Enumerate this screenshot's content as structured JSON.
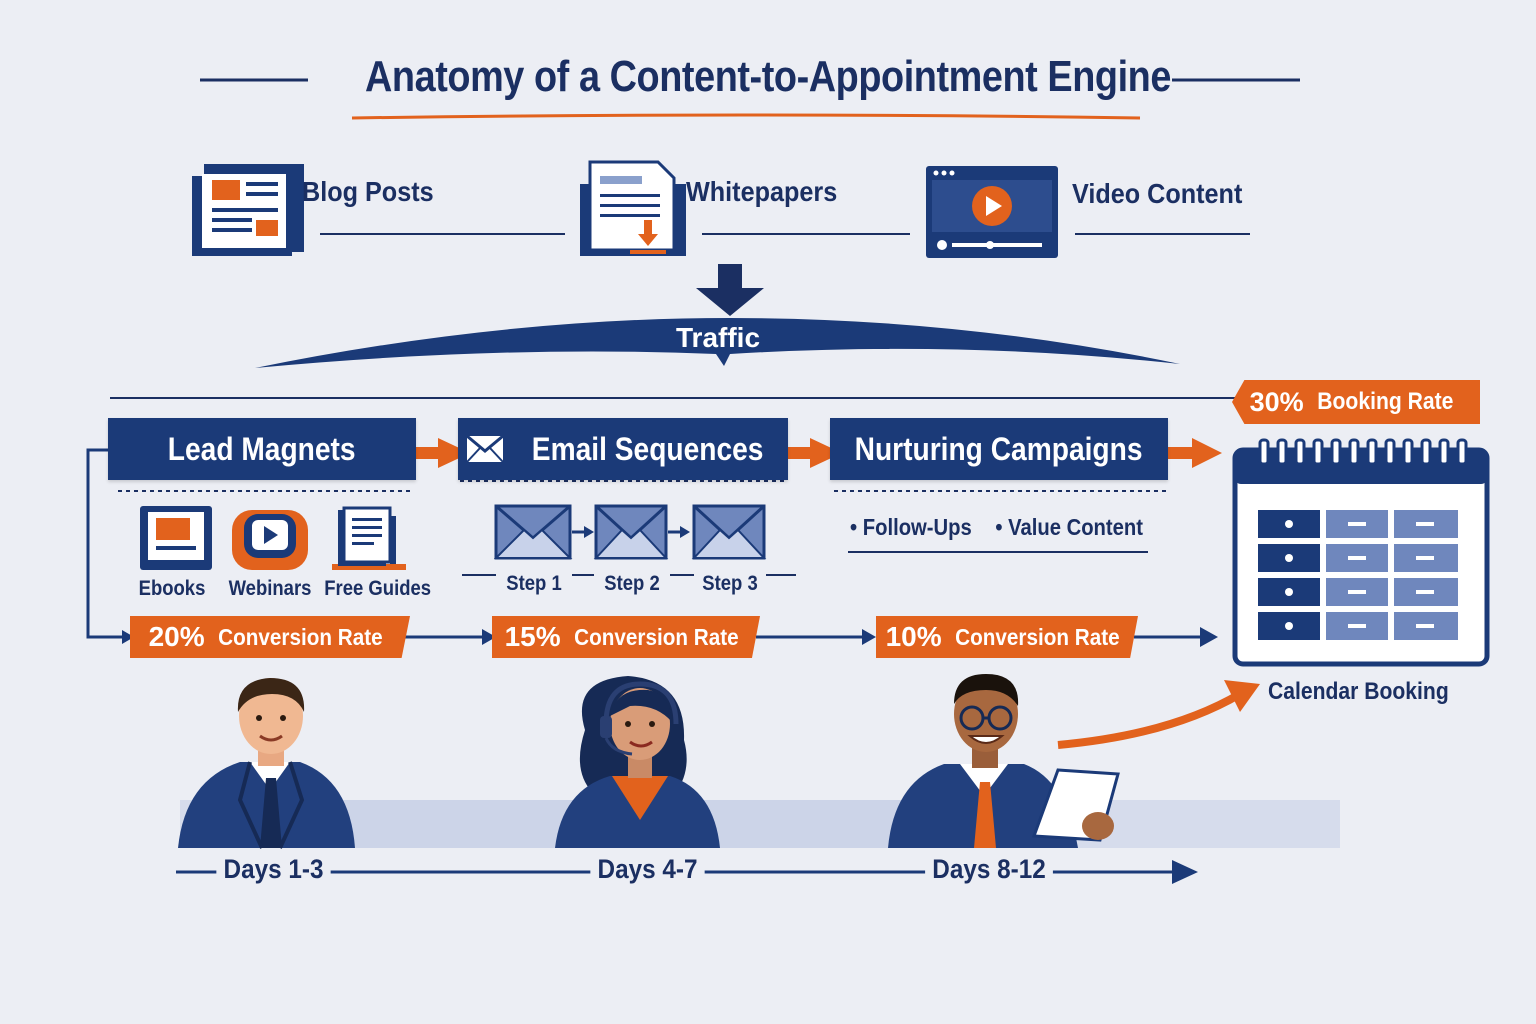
{
  "title": "Anatomy of a Content-to-Appointment Engine",
  "sources": [
    {
      "label": "Blog Posts",
      "icon": "blog-post-icon"
    },
    {
      "label": "Whitepapers",
      "icon": "whitepaper-icon"
    },
    {
      "label": "Video Content",
      "icon": "video-player-icon"
    }
  ],
  "traffic_label": "Traffic",
  "stages": [
    {
      "label": "Lead Magnets",
      "items": [
        "Ebooks",
        "Webinars",
        "Free Guides"
      ],
      "rate_number": "20%",
      "rate_text": "Conversion Rate",
      "person": "Days 1-3"
    },
    {
      "label": "Email Sequences",
      "icon": "envelope-icon",
      "items": [
        "Step 1",
        "Step 2",
        "Step 3"
      ],
      "rate_number": "15%",
      "rate_text": "Conversion Rate",
      "person": "Days 4-7"
    },
    {
      "label": "Nurturing Campaigns",
      "items": [
        "Follow-Ups",
        "Value Content"
      ],
      "rate_number": "10%",
      "rate_text": "Conversion Rate",
      "person": "Days 8-12"
    }
  ],
  "booking": {
    "rate_number": "30%",
    "rate_text": "Booking Rate",
    "label": "Calendar Booking"
  },
  "colors": {
    "navy": "#1b3a78",
    "orange": "#e2621d",
    "background": "#eceef4"
  }
}
